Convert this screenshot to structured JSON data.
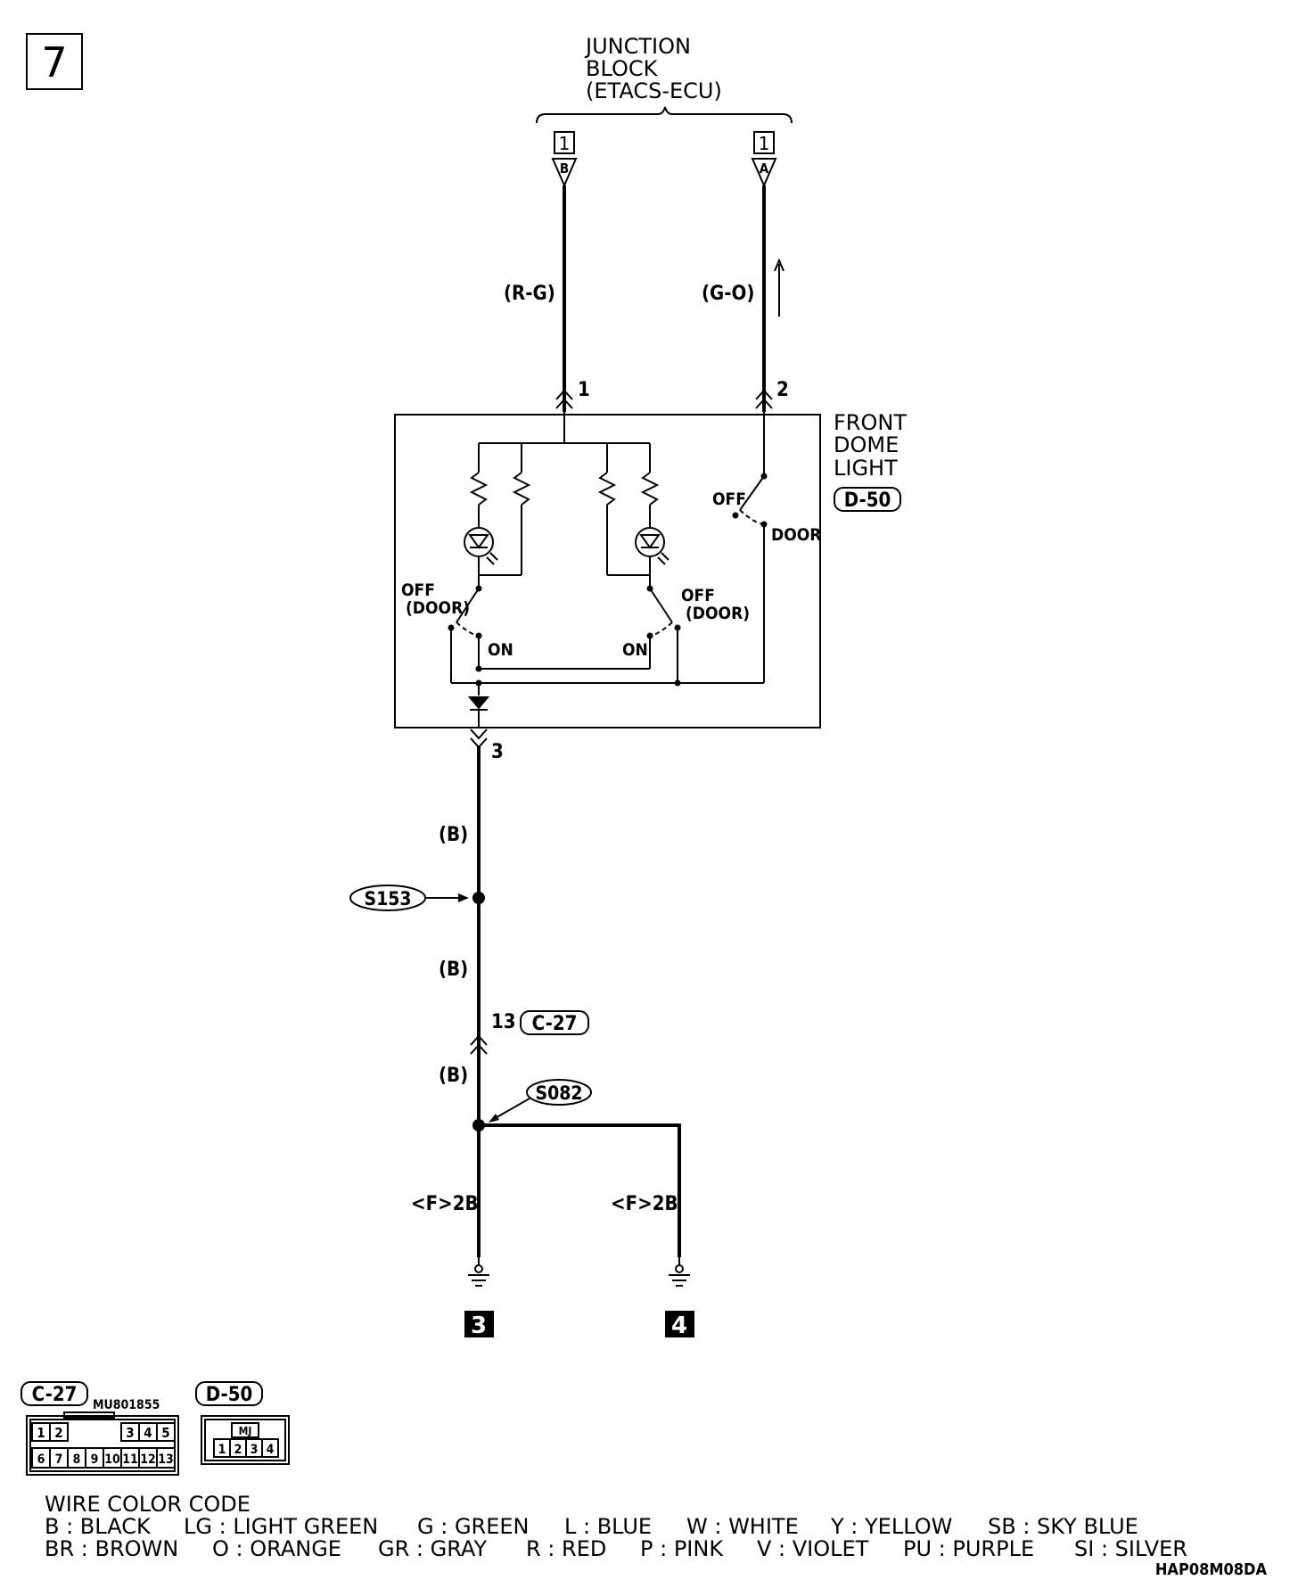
{
  "page_number": "7",
  "junction_block": {
    "line1": "JUNCTION",
    "line2": "BLOCK",
    "line3": "(ETACS-ECU)"
  },
  "connectors_top": {
    "left_num": "1",
    "left_pin": "B",
    "right_num": "1",
    "right_pin": "A"
  },
  "wires": {
    "left_color": "(R-G)",
    "right_color": "(G-O)",
    "black1": "(B)",
    "black2": "(B)",
    "black3": "(B)",
    "ground_left": "<F>2B",
    "ground_right": "<F>2B"
  },
  "pins": {
    "p1": "1",
    "p2": "2",
    "p3": "3",
    "p13": "13"
  },
  "component": {
    "line1": "FRONT",
    "line2": "DOME",
    "line3": "LIGHT",
    "code": "D-50"
  },
  "switch_labels": {
    "off": "OFF",
    "door": "DOOR",
    "left_off": "OFF",
    "left_door": "(DOOR)",
    "right_off": "OFF",
    "right_door": "(DOOR)",
    "left_on": "ON",
    "right_on": "ON"
  },
  "splices": {
    "s153": "S153",
    "s082": "S082"
  },
  "connector_c27": "C-27",
  "grounds": {
    "g3": "3",
    "g4": "4"
  },
  "legend": {
    "c27_code": "C-27",
    "c27_part": "MU801855",
    "c27_pins_top": [
      "1",
      "2",
      "3",
      "4",
      "5"
    ],
    "c27_pins_bottom": [
      "6",
      "7",
      "8",
      "9",
      "10",
      "11",
      "12",
      "13"
    ],
    "d50_code": "D-50",
    "d50_mark": "MJ",
    "d50_pins": [
      "1",
      "2",
      "3",
      "4"
    ]
  },
  "wire_color_code": {
    "title": "WIRE COLOR CODE",
    "row1": [
      "B : BLACK",
      "LG : LIGHT GREEN",
      "G : GREEN",
      "L : BLUE",
      "W : WHITE",
      "Y : YELLOW",
      "SB : SKY BLUE"
    ],
    "row2": [
      "BR : BROWN",
      "O : ORANGE",
      "GR : GRAY",
      "R : RED",
      "P : PINK",
      "V : VIOLET",
      "PU : PURPLE",
      "SI : SILVER"
    ]
  },
  "figure_id": "HAP08M08DA"
}
